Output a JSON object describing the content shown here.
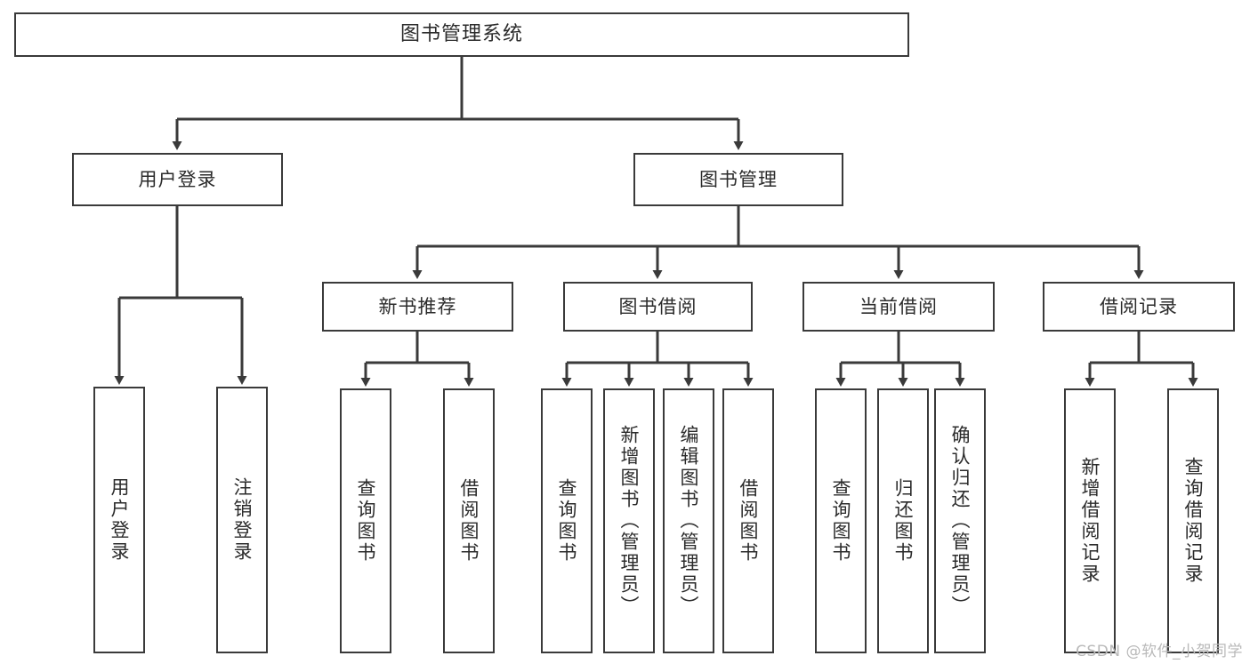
{
  "diagram": {
    "type": "tree",
    "title": "图书管理系统",
    "root": {
      "label": "图书管理系统"
    },
    "level1": [
      {
        "label": "用户登录"
      },
      {
        "label": "图书管理"
      }
    ],
    "level2": [
      {
        "label": "新书推荐"
      },
      {
        "label": "图书借阅"
      },
      {
        "label": "当前借阅"
      },
      {
        "label": "借阅记录"
      }
    ],
    "leaves": {
      "user_login": [
        {
          "label": "用户登录"
        },
        {
          "label": "注销登录"
        }
      ],
      "new_book_recommend": [
        {
          "label": "查询图书"
        },
        {
          "label": "借阅图书"
        }
      ],
      "book_borrow": [
        {
          "label": "查询图书"
        },
        {
          "label": "新增图书（管理员）"
        },
        {
          "label": "编辑图书（管理员）"
        },
        {
          "label": "借阅图书"
        }
      ],
      "current_borrow": [
        {
          "label": "查询图书"
        },
        {
          "label": "归还图书"
        },
        {
          "label": "确认归还（管理员）"
        }
      ],
      "borrow_record": [
        {
          "label": "新增借阅记录"
        },
        {
          "label": "查询借阅记录"
        }
      ]
    }
  },
  "watermark": {
    "text": "CSDN @软件_小贺同学"
  },
  "colors": {
    "stroke": "#3a3a3a",
    "text": "#2b2b2b",
    "background": "#ffffff",
    "watermark": "#b9b9b9"
  }
}
